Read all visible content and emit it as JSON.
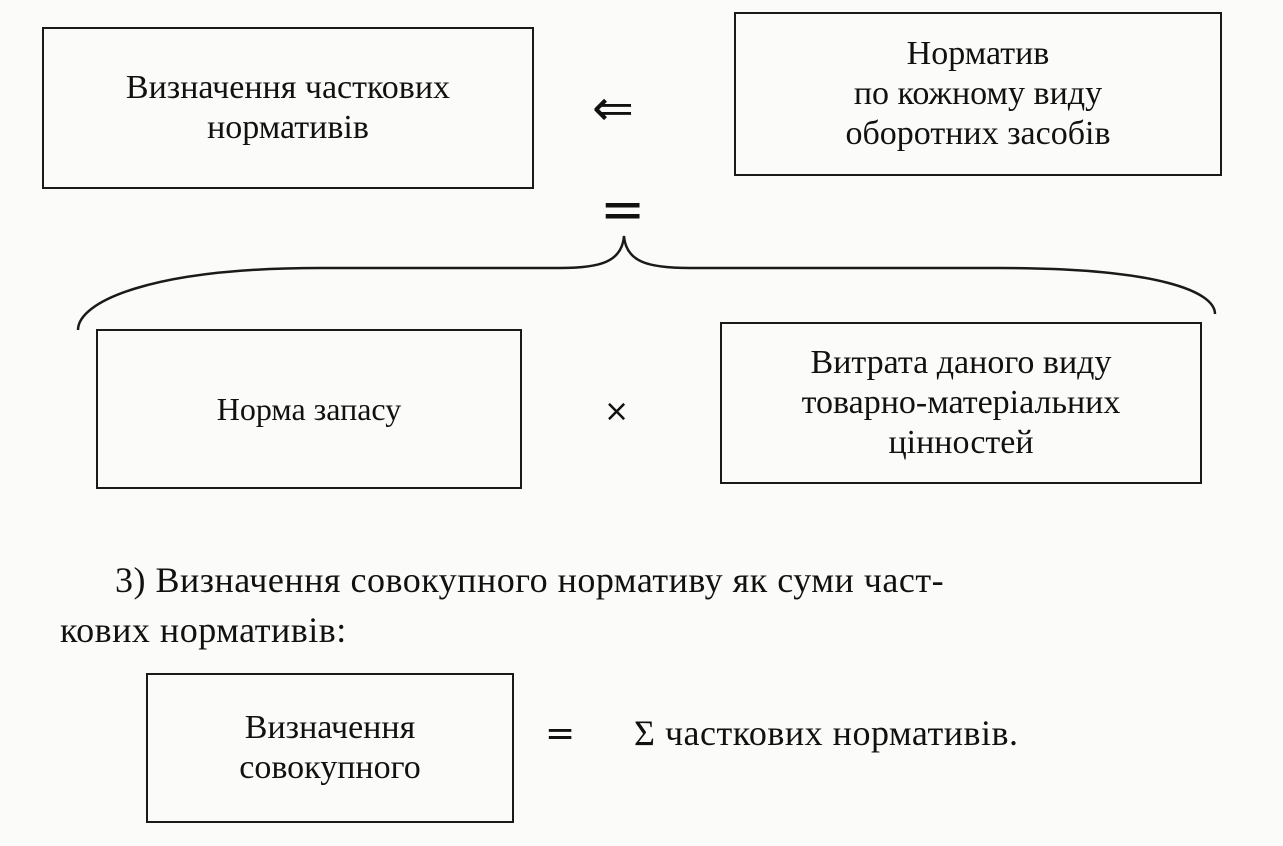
{
  "top_left_box": {
    "line1": "Визначення часткових",
    "line2": "нормативів"
  },
  "top_right_box": {
    "line1": "Норматив",
    "line2": "по кожному виду",
    "line3": "оборотних засобів"
  },
  "arrow_symbol": "⇐",
  "equals_symbol": "=",
  "bottom_left_box": {
    "line1": "Норма запасу"
  },
  "times_symbol": "×",
  "bottom_right_box": {
    "line1": "Витрата даного виду",
    "line2": "товарно-матеріальних",
    "line3": "цінностей"
  },
  "paragraph": {
    "line1": "3) Визначення совокупного нормативу як суми част-",
    "line2": "кових нормативів:"
  },
  "total_box": {
    "line1": "Визначення",
    "line2": "совокупного"
  },
  "total_equals": "=",
  "sum_expression": "Σ часткових нормативів."
}
